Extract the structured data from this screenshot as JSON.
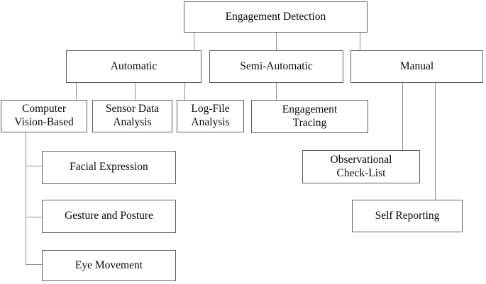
{
  "diagram": {
    "type": "tree",
    "root_label": "Engagement Detection",
    "colors": {
      "background": "#ffffff",
      "box_border": "#5f5f5f",
      "connector": "#8f8f8f",
      "text": "#0a0a0a"
    },
    "hierarchy": {
      "Engagement Detection": {
        "Automatic": {
          "Computer Vision-Based": [
            "Facial Expression",
            "Gesture and Posture",
            "Eye Movement"
          ],
          "Sensor Data Analysis": [],
          "Log-File Analysis": []
        },
        "Semi-Automatic": {
          "Engagement Tracing": []
        },
        "Manual": {
          "Observational Check-List": [],
          "Self Reporting": []
        }
      }
    }
  },
  "nodes": {
    "engagement_detection": {
      "label": "Engagement Detection"
    },
    "automatic": {
      "label": "Automatic"
    },
    "semi_automatic": {
      "label": "Semi-Automatic"
    },
    "manual": {
      "label": "Manual"
    },
    "computer_vision_based": {
      "label": "Computer\nVision-Based"
    },
    "sensor_data_analysis": {
      "label": "Sensor Data\nAnalysis"
    },
    "log_file_analysis": {
      "label": "Log-File\nAnalysis"
    },
    "engagement_tracing": {
      "label": "Engagement\nTracing"
    },
    "facial_expression": {
      "label": "Facial Expression"
    },
    "gesture_and_posture": {
      "label": "Gesture and Posture"
    },
    "eye_movement": {
      "label": "Eye Movement"
    },
    "observational_check_list": {
      "label": "Observational\nCheck-List"
    },
    "self_reporting": {
      "label": "Self Reporting"
    }
  }
}
